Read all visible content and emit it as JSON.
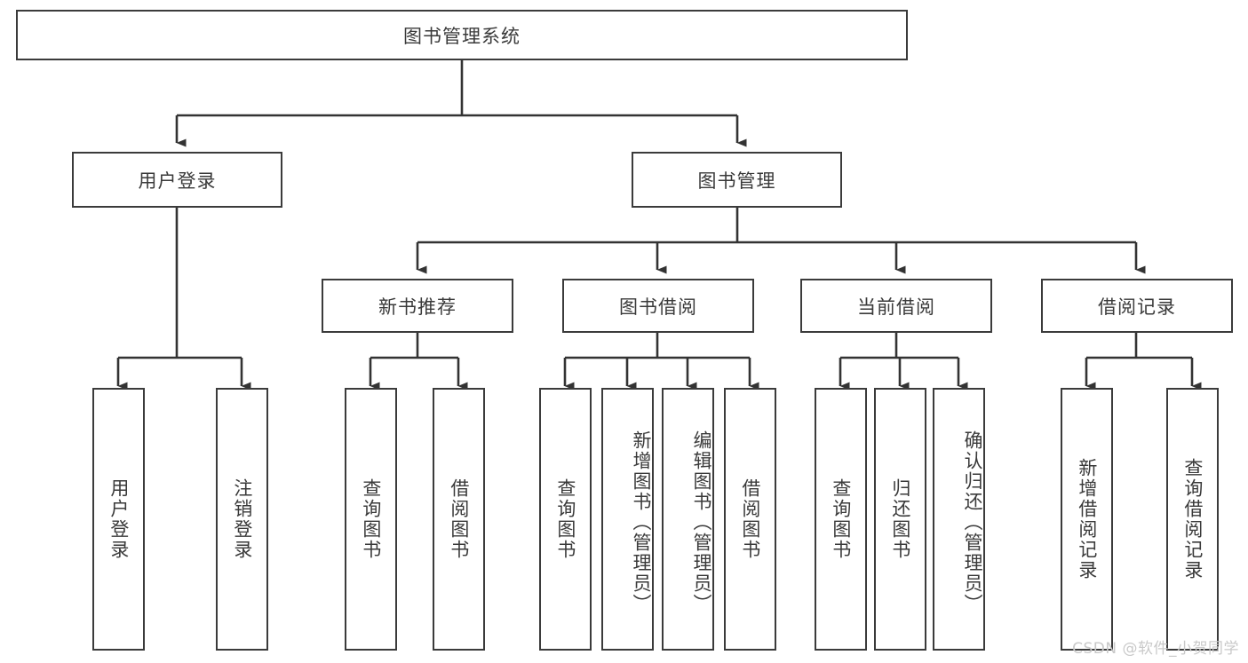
{
  "diagram": {
    "title": "图书管理系统",
    "type": "hierarchy-tree",
    "root": {
      "label": "图书管理系统"
    },
    "level2": [
      {
        "label": "用户登录"
      },
      {
        "label": "图书管理"
      }
    ],
    "level3": [
      {
        "label": "新书推荐"
      },
      {
        "label": "图书借阅"
      },
      {
        "label": "当前借阅"
      },
      {
        "label": "借阅记录"
      }
    ],
    "leaves": {
      "user_login": [
        {
          "label": "用户登录"
        },
        {
          "label": "注销登录"
        }
      ],
      "new_book_recommend": [
        {
          "label": "查询图书"
        },
        {
          "label": "借阅图书"
        }
      ],
      "book_borrow": [
        {
          "label": "查询图书"
        },
        {
          "label": "新增图书（管理员）"
        },
        {
          "label": "编辑图书（管理员）"
        },
        {
          "label": "借阅图书"
        }
      ],
      "current_borrow": [
        {
          "label": "查询图书"
        },
        {
          "label": "归还图书"
        },
        {
          "label": "确认归还（管理员）"
        }
      ],
      "borrow_record": [
        {
          "label": "新增借阅记录"
        },
        {
          "label": "查询借阅记录"
        }
      ]
    },
    "watermark": "CSDN @软件_小贺同学",
    "colors": {
      "box_border": "#3b3b3b",
      "box_fill": "#ffffff",
      "text": "#3a3a3a",
      "connector": "#333333",
      "watermark": "#c9c9c9",
      "background": "#ffffff"
    }
  }
}
